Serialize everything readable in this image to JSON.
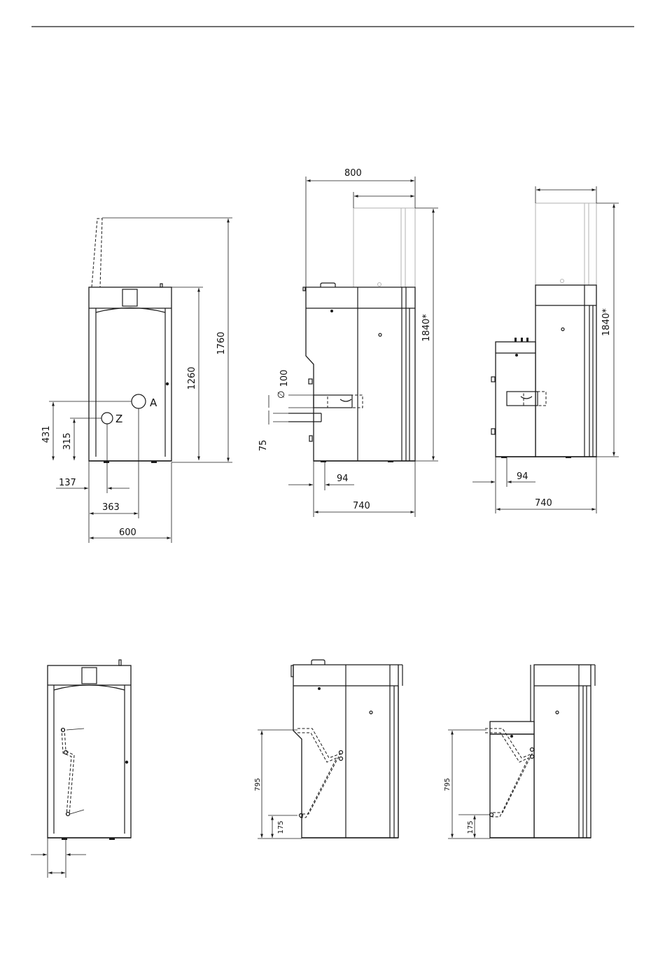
{
  "front_view": {
    "dim_total_height": "1760",
    "dim_body_height": "1260",
    "dim_a_height": "431",
    "dim_z_height": "315",
    "dim_z_offset": "137",
    "dim_a_offset": "363",
    "dim_width": "600",
    "label_a": "A",
    "label_z": "Z"
  },
  "side_view_left": {
    "dim_top_width": "800",
    "dim_height": "1840*",
    "dim_flue_diameter": "100",
    "dim_flue_gap": "75",
    "dim_offset": "94",
    "dim_depth": "740"
  },
  "side_view_right": {
    "dim_height": "1840*",
    "dim_offset": "94",
    "dim_depth": "740"
  },
  "lower_views": {
    "dim_795_left": "795",
    "dim_175_left": "175",
    "dim_795_right": "795",
    "dim_175_right": "175"
  }
}
